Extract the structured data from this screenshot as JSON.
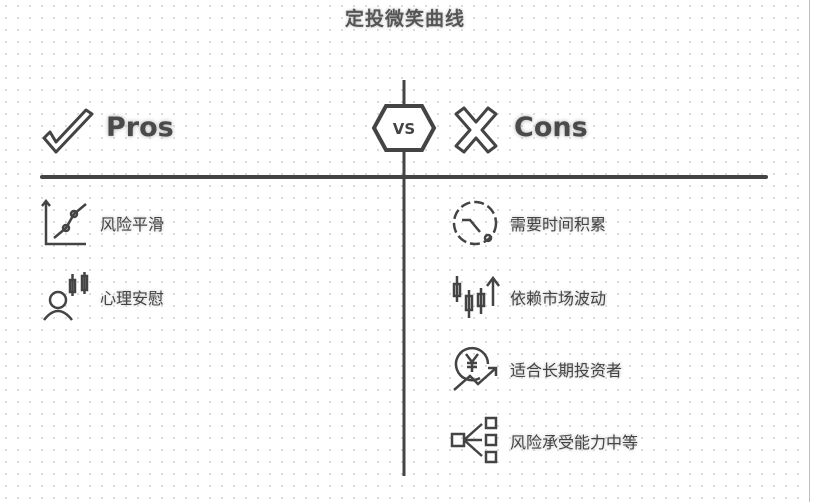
{
  "title": "定投微笑曲线",
  "pros": {
    "label": "Pros",
    "items": [
      {
        "text": "风险平滑",
        "icon": "chart-line-icon"
      },
      {
        "text": "心理安慰",
        "icon": "person-candlestick-icon"
      }
    ]
  },
  "vs": "VS",
  "cons": {
    "label": "Cons",
    "items": [
      {
        "text": "需要时间积累",
        "icon": "clock-trend-icon"
      },
      {
        "text": "依赖市场波动",
        "icon": "candlestick-up-icon"
      },
      {
        "text": "适合长期投资者",
        "icon": "yen-growth-icon"
      },
      {
        "text": "风险承受能力中等",
        "icon": "distribution-icon"
      }
    ]
  }
}
